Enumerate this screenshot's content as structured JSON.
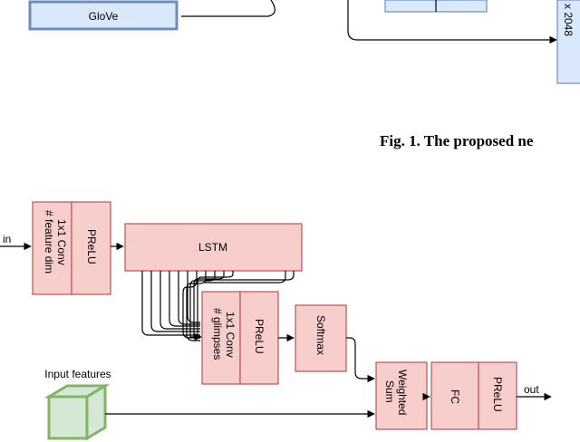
{
  "top": {
    "glove_label": "GloVe",
    "dim_label": "x 2048",
    "caption": "Fig. 1. The proposed ne"
  },
  "module": {
    "input_label": "in",
    "conv1_line1": "1x1 Conv",
    "conv1_line2": "# feature dim",
    "prelu1": "PReLU",
    "lstm": "LSTM",
    "conv2_line1": "1x1 Conv",
    "conv2_line2": "# glimpses",
    "prelu2": "PReLU",
    "softmax": "Softmax",
    "input_features": "Input features",
    "weighted_line1": "Weighted",
    "weighted_line2": "Sum",
    "fc": "FC",
    "prelu3": "PReLU",
    "output_label": "out"
  }
}
